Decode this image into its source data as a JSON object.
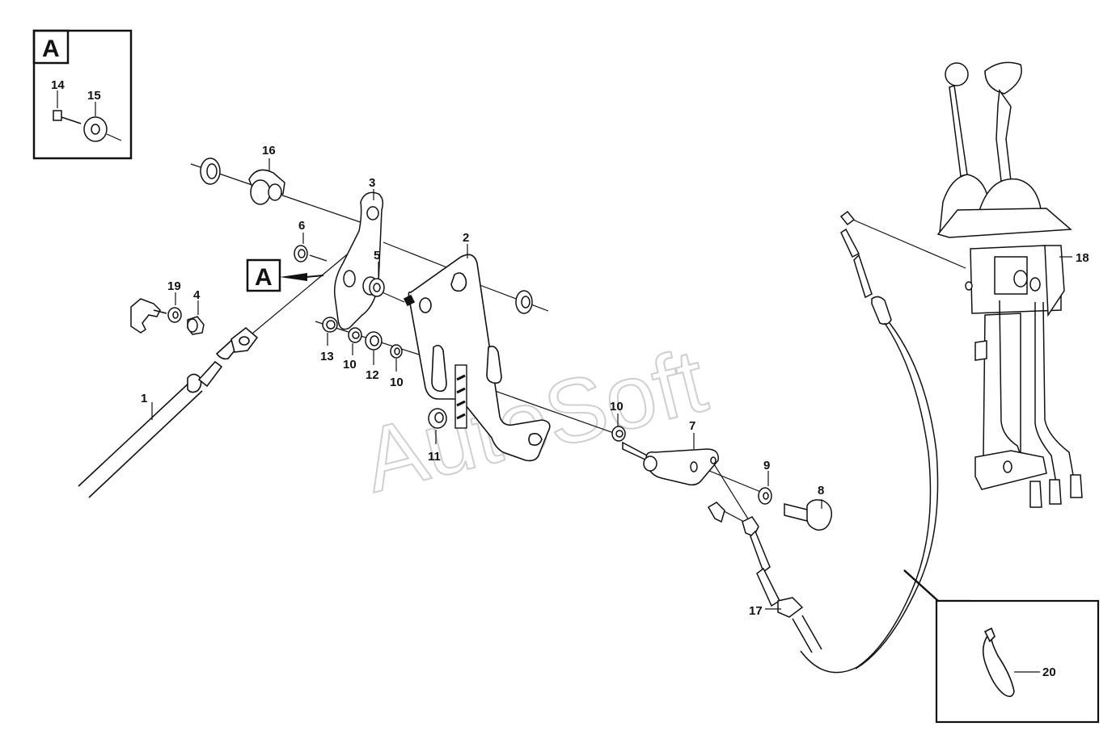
{
  "detail_box_label": "A",
  "detail_callout_label": "A",
  "watermark": "AutoSoft",
  "callouts": {
    "c1": "1",
    "c2": "2",
    "c3": "3",
    "c4": "4",
    "c5": "5",
    "c6": "6",
    "c7": "7",
    "c8": "8",
    "c9": "9",
    "c10a": "10",
    "c10b": "10",
    "c10c": "10",
    "c11": "11",
    "c12": "12",
    "c13": "13",
    "c14": "14",
    "c15": "15",
    "c16": "16",
    "c17": "17",
    "c18": "18",
    "c19": "19",
    "c20": "20"
  }
}
